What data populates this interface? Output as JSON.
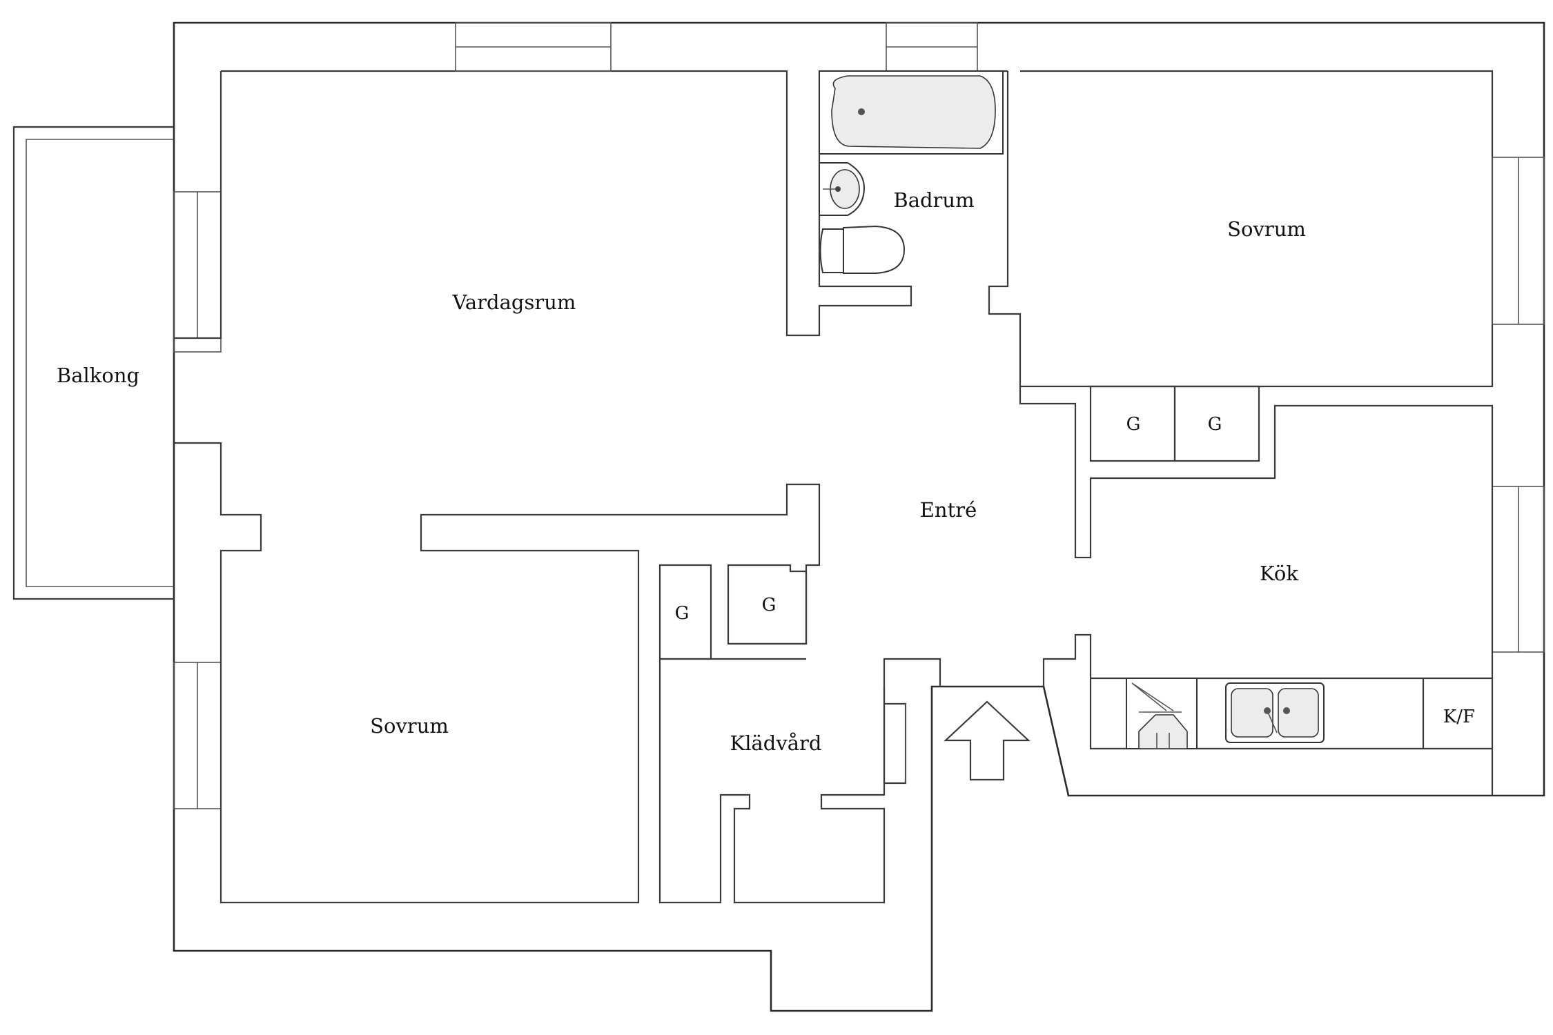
{
  "floor_plan": {
    "rooms": {
      "balcony": "Balkong",
      "living_room": "Vardagsrum",
      "bathroom": "Badrum",
      "bedroom_top": "Sovrum",
      "hall": "Entré",
      "kitchen": "Kök",
      "bedroom_bottom": "Sovrum",
      "laundry": "Klädvård"
    },
    "closets": [
      "G",
      "G",
      "G",
      "G"
    ],
    "appliance_label": "K/F",
    "icons": [
      "bathtub-icon",
      "sink-icon",
      "toilet-icon",
      "stove-icon",
      "double-sink-icon",
      "entrance-arrow-icon"
    ]
  }
}
